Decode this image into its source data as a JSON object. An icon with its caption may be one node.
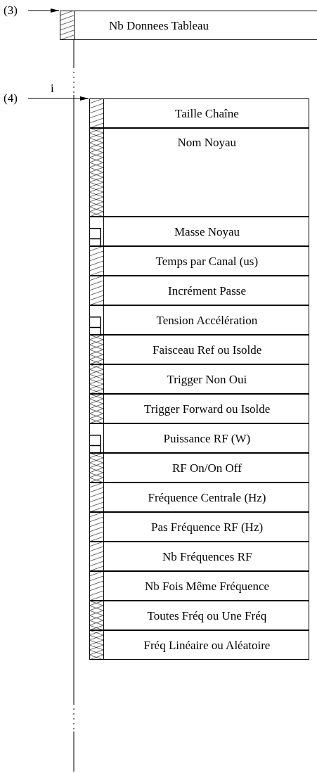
{
  "diagram": {
    "nodes": [
      {
        "text": [
          "(3)"
        ]
      },
      {
        "text": [
          "Nb Donnees Tableau"
        ]
      },
      {
        "text": [
          "(4)"
        ]
      },
      {
        "text": [
          "Taille Chaîne"
        ]
      },
      {
        "text": [
          "Nom Noyau"
        ]
      },
      {
        "text": [
          "Masse Noyau"
        ]
      },
      {
        "text": [
          "Temps par Canal (us)"
        ]
      },
      {
        "text": [
          "Incrément Passe"
        ]
      },
      {
        "text": [
          "Tension Accélération"
        ]
      },
      {
        "text": [
          "Faisceau Ref ou Isolde"
        ]
      },
      {
        "text": [
          "Trigger Non Oui"
        ]
      },
      {
        "text": [
          "Trigger Forward ou Isolde"
        ]
      },
      {
        "text": [
          "Puissance RF (W)"
        ]
      },
      {
        "text": [
          "RF On/On Off"
        ]
      },
      {
        "text": [
          "Fréquence Centrale (Hz)"
        ]
      },
      {
        "text": [
          "Pas Fréquence RF (Hz)"
        ]
      },
      {
        "text": [
          "Nb Fréquences RF"
        ]
      },
      {
        "text": [
          "Nb Fois Même Fréquence"
        ]
      },
      {
        "text": [
          "Toutes Fréq ou Une Fréq"
        ]
      },
      {
        "text": [
          "Fréq Linéaire ou Aléatoire"
        ]
      }
    ],
    "edges": [
      {
        "from": 0,
        "to": 1,
        "arrow": "to"
      },
      {
        "from": 2,
        "to": 3,
        "arrow": "to",
        "label": "i"
      }
    ]
  }
}
